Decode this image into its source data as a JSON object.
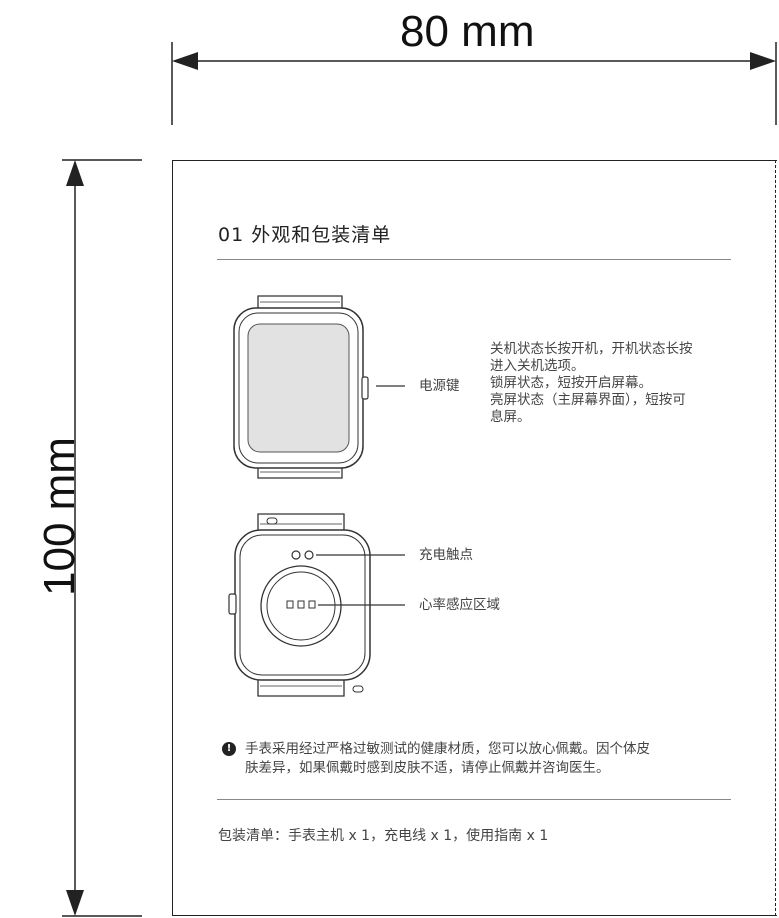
{
  "dimensions": {
    "width_label": "80 mm",
    "height_label": "100 mm"
  },
  "section": {
    "title": "01  外观和包装清单"
  },
  "front": {
    "button_label": "电源键",
    "button_desc": [
      "关机状态长按开机，开机状态长按",
      "进入关机选项。",
      "锁屏状态，短按开启屏幕。",
      "亮屏状态（主屏幕界面），短按可",
      "息屏。"
    ]
  },
  "back": {
    "charging_label": "充电触点",
    "sensor_label": "心率感应区域"
  },
  "notice": {
    "icon": "exclamation-icon",
    "lines": [
      "手表采用经过严格过敏测试的健康材质，您可以放心佩戴。因个体皮",
      "肤差异，如果佩戴时感到皮肤不适，请停止佩戴并咨询医生。"
    ]
  },
  "package": {
    "list": "包装清单：手表主机 x 1，充电线 x 1，使用指南 x 1"
  }
}
